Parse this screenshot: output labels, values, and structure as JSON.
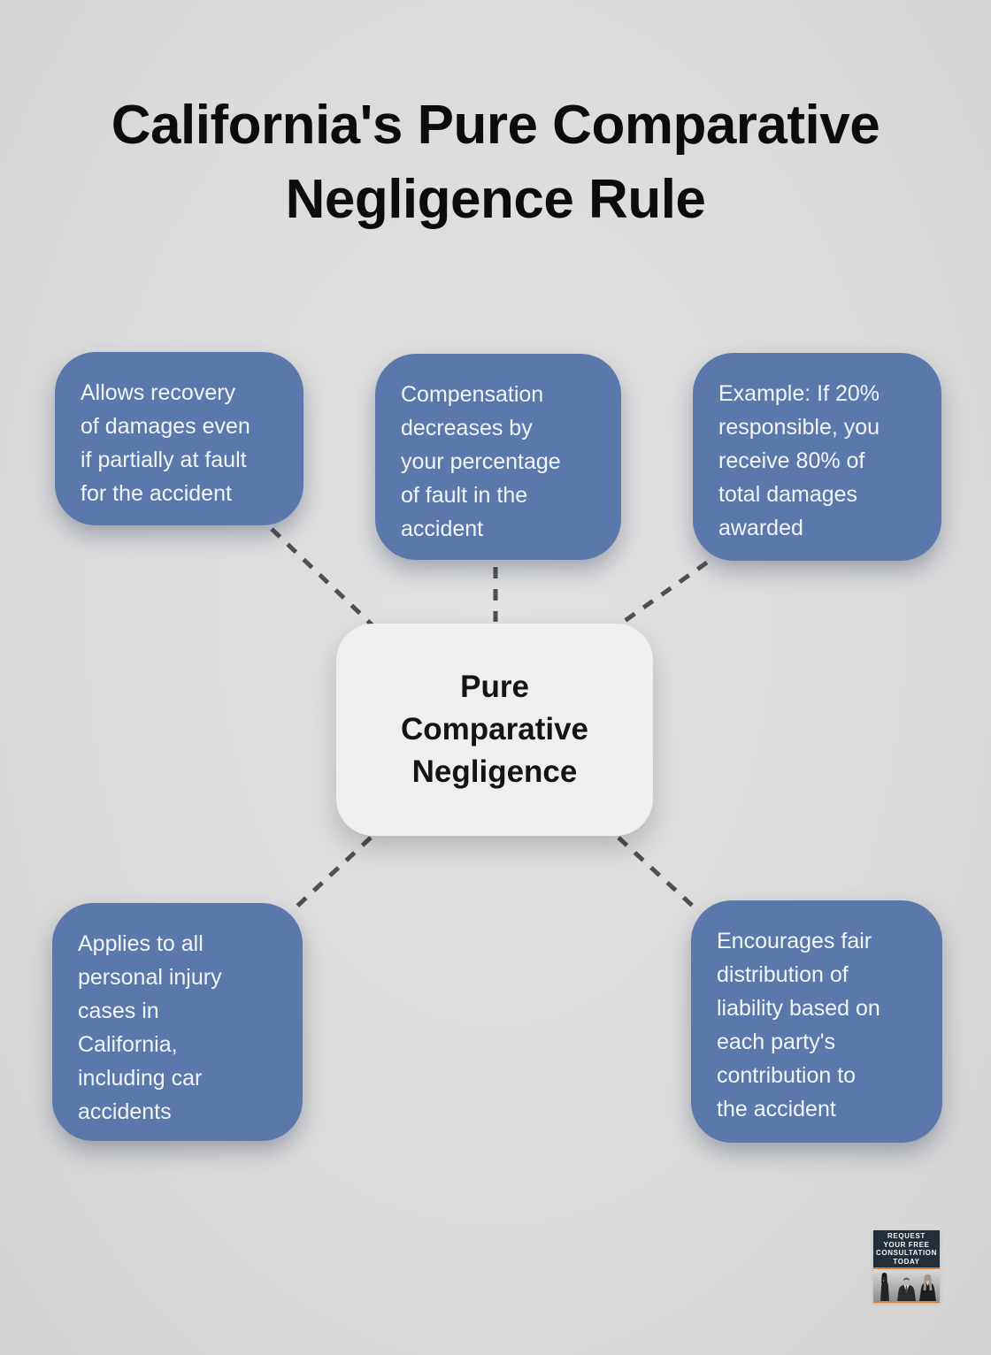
{
  "title": "California's Pure Comparative\nNegligence Rule",
  "center_node": {
    "label": "Pure\nComparative\nNegligence"
  },
  "cards": [
    {
      "position": "top-left",
      "text": "Allows recovery\nof damages even\nif partially at fault\nfor the accident"
    },
    {
      "position": "top-middle",
      "text": "Compensation\ndecreases by\nyour percentage\nof fault in the\naccident"
    },
    {
      "position": "top-right",
      "text": "Example: If 20%\nresponsible, you\nreceive 80% of\ntotal damages\nawarded"
    },
    {
      "position": "bottom-left",
      "text": "Applies to all\npersonal injury\ncases in\nCalifornia,\nincluding car\naccidents"
    },
    {
      "position": "bottom-right",
      "text": "Encourages fair\ndistribution of\nliability based on\neach party's\ncontribution to\nthe accident"
    }
  ],
  "badge": {
    "cta_text": "REQUEST\nYOUR FREE\nCONSULTATION\nTODAY"
  },
  "colors": {
    "background": "#dcdcdd",
    "card_blue": "#5b78ac",
    "card_text": "#f2f5f9",
    "center_bg": "#efeff1",
    "title_text": "#0c0c0c",
    "connector": "#4f4f4f",
    "badge_bg": "#222f3a",
    "badge_accent": "#dd8136",
    "badge_text": "#f4f4f4"
  }
}
